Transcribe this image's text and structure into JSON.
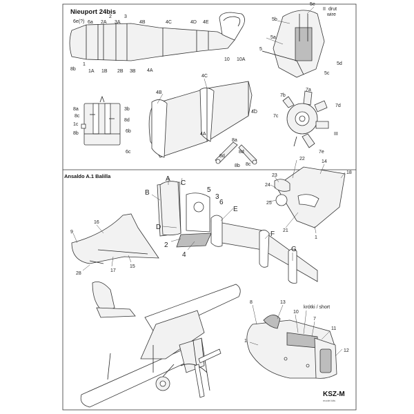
{
  "titles": {
    "nieuport": "Nieuport 24bis",
    "ansaldo": "Ansaldo A.1 Balilla"
  },
  "logo": {
    "brand": "KSZ-M",
    "tagline": "model kits"
  },
  "nieuport_labels": {
    "n1": "1",
    "n1a": "1A",
    "n1b": "1B",
    "n2": "2",
    "n2a": "2A",
    "n2b": "2B",
    "n3": "3",
    "n3a": "3A",
    "n3b": "3B",
    "n4a": "4A",
    "n4b": "4B",
    "n4c": "4C",
    "n4d": "4D",
    "n4e": "4E",
    "n6a": "6a",
    "n6e": "6e(?)",
    "n8b": "8b",
    "n10": "10",
    "n10a": "10A",
    "s4b": "4B",
    "s4c": "4C",
    "s4a": "4A",
    "s4d": "4D",
    "e8a": "8a",
    "e8c": "8c",
    "e8d": "8d",
    "e3b": "3b",
    "e1c": "1c",
    "e8b": "8b",
    "e6b": "6b",
    "e6c": "6c",
    "g8a": "8a",
    "g8d": "8d",
    "g8b": "8b",
    "g8c": "8c",
    "c5": "5",
    "c5a": "5a",
    "c5b": "5b",
    "c5c": "5c",
    "c5d": "5d",
    "c5e": "5e",
    "c_ii": "II",
    "c_drut": "drut",
    "c_wire": "wire",
    "r7a": "7a",
    "r7b": "7b",
    "r7c": "7c",
    "r7d": "7d",
    "r7e": "7e",
    "r_iii": "III"
  },
  "ansaldo_labels": {
    "A": "A",
    "B": "B",
    "C": "C",
    "D": "D",
    "E": "E",
    "F": "F",
    "G": "G",
    "a2": "2",
    "a4": "4",
    "a5": "5",
    "a6": "6",
    "a3": "3",
    "t9": "9",
    "t16": "16",
    "t17": "17",
    "t15": "15",
    "t28": "28",
    "w14": "14",
    "w18": "18",
    "w22": "22",
    "w23": "23",
    "w24": "24",
    "w25": "25",
    "w21": "21",
    "w1": "1",
    "h8": "8",
    "h13": "13",
    "h10": "10",
    "h7": "7",
    "h11": "11",
    "h12": "12",
    "h1": "1",
    "h_short": "krótki / short"
  },
  "colors": {
    "line": "#222222",
    "fill": "#f2f2f2",
    "shade": "#bdbdbd"
  }
}
